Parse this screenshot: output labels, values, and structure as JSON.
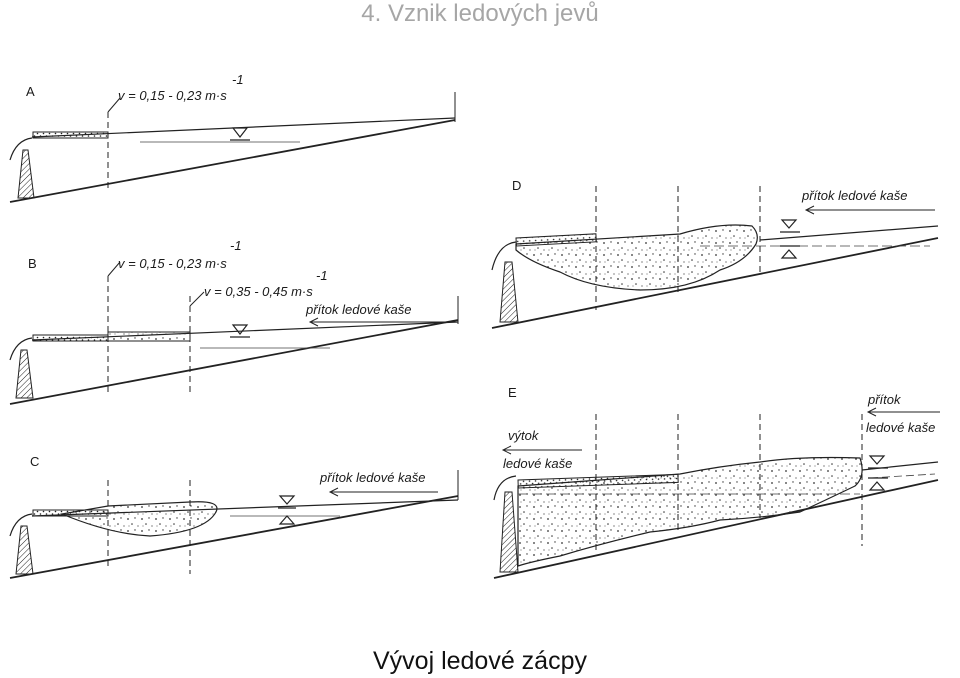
{
  "title": "4. Vznik ledových jevů",
  "caption": "Vývoj ledové zácpy",
  "panels": {
    "a": {
      "letter": "A",
      "velocity": "v = 0,15 - 0,23 m·s",
      "sup": "-1"
    },
    "b": {
      "letter": "B",
      "velocity1": "v = 0,15 - 0,23 m·s",
      "sup1": "-1",
      "velocity2": "v = 0,35 - 0,45 m·s",
      "sup2": "-1",
      "inflow": "přítok ledové kaše"
    },
    "c": {
      "letter": "C",
      "inflow": "přítok ledové kaše"
    },
    "d": {
      "letter": "D",
      "inflow": "přítok ledové kaše"
    },
    "e": {
      "letter": "E",
      "outflow_1": "výtok",
      "outflow_2": "ledové kaše",
      "inflow_1": "přítok",
      "inflow_2": "ledové kaše"
    }
  }
}
